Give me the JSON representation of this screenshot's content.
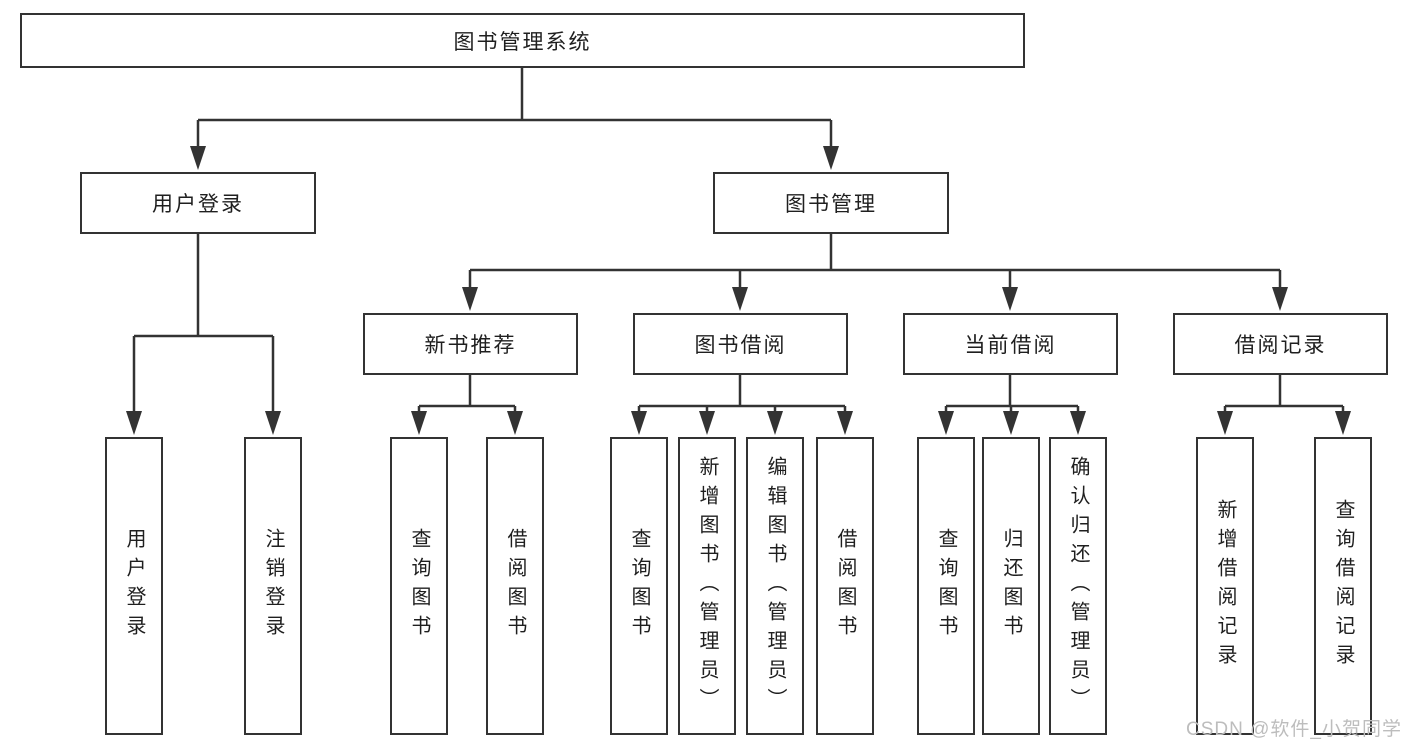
{
  "tree": {
    "root": "图书管理系统",
    "left": {
      "label": "用户登录",
      "children": [
        "用户登录",
        "注销登录"
      ]
    },
    "right": {
      "label": "图书管理",
      "branches": [
        {
          "label": "新书推荐",
          "children": [
            "查询图书",
            "借阅图书"
          ]
        },
        {
          "label": "图书借阅",
          "children": [
            "查询图书",
            "新增图书（管理员）",
            "编辑图书（管理员）",
            "借阅图书"
          ]
        },
        {
          "label": "当前借阅",
          "children": [
            "查询图书",
            "归还图书",
            "确认归还（管理员）"
          ]
        },
        {
          "label": "借阅记录",
          "children": [
            "新增借阅记录",
            "查询借阅记录"
          ]
        }
      ]
    }
  },
  "watermark": "CSDN @软件_小贺同学",
  "colors": {
    "line": "#333333",
    "box_border": "#333333",
    "text": "#1f1f1f",
    "watermark": "#bdbdbd",
    "background": "#ffffff"
  }
}
